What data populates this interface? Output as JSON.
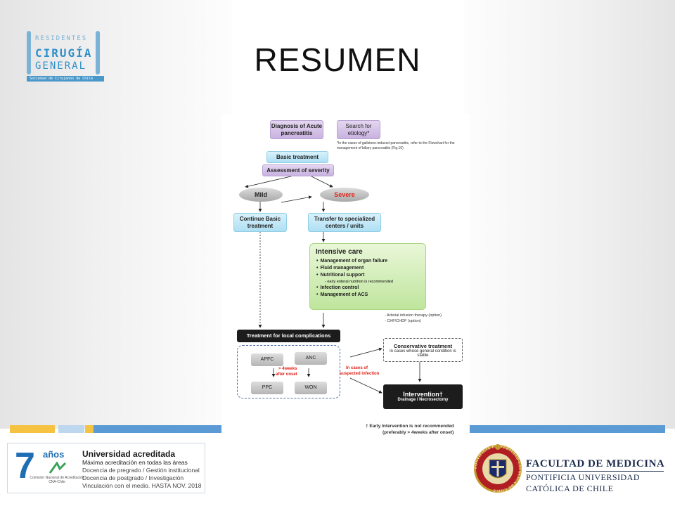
{
  "slide": {
    "title": "RESUMEN"
  },
  "logo": {
    "line1": "RESIDENTES",
    "line2": "CIRUGÍA",
    "line3": "GENERAL",
    "band": "Sociedad de Cirujanos de Chile"
  },
  "flowchart": {
    "diagnosis": "Diagnosis of Acute pancreatitis",
    "search": "Search for etiology*",
    "search_note": "*In the cases of gallstone-induced pancreatitis, refer to the Flowchart for the management of biliary pancreatitis (Fig.10)",
    "basic_treatment": "Basic treatment",
    "assessment": "Assessment of severity",
    "mild": "Mild",
    "severe": "Severe",
    "continue": "Continue Basic treatment",
    "transfer": "Transfer to specialized centers / units",
    "intensive": {
      "title": "Intensive care",
      "items": [
        "Management of organ failure",
        "Fluid management",
        "Nutritional support",
        "Infection control",
        "Management of ACS"
      ],
      "subnote": "- early enteral nutrition is recommended"
    },
    "options_1": "- Arterial infusion therapy (option)",
    "options_2": "- CHF/CHDF (option)",
    "local": "Treatment for local complications",
    "apfc": "APFC",
    "anc": "ANC",
    "ppc": "PPC",
    "won": "WON",
    "weeks_1": "> 4weeks",
    "weeks_2": "after onset",
    "infection_1": "In cases of",
    "infection_2": "suspected infection",
    "conservative_title": "Conservative treatment",
    "conservative_sub": "in cases whose general condition is stable",
    "intervention_title": "Intervention†",
    "intervention_sub": "Drainage / Necrosectomy",
    "footnote_1": "† Early Intervention is not recommended",
    "footnote_2": "(preferably > 4weeks after onset)"
  },
  "accreditation": {
    "number": "7",
    "years": "años",
    "cna": "Comisión Nacional de Acreditación CNA-Chile",
    "title": "Universidad acreditada",
    "line1": "Máxima acreditación en todas las áreas",
    "line2": "Docencia de pregrado / Gestión institucional",
    "line3": "Docencia de postgrado / Investigación",
    "line4": "Vinculación con el medio. HASTA NOV. 2018"
  },
  "faculty": {
    "line1": "FACULTAD DE MEDICINA",
    "line2": "PONTIFICIA UNIVERSIDAD",
    "line3": "CATÓLICA DE CHILE",
    "seal_text": "PONTIFICIA UNIVERSIDAD CATÓLICA DE CHILE"
  },
  "colors": {
    "accent_blue": "#5b9bd5",
    "stripe_yellow": "#f5c242",
    "stripe_light": "#bdd7ee"
  }
}
